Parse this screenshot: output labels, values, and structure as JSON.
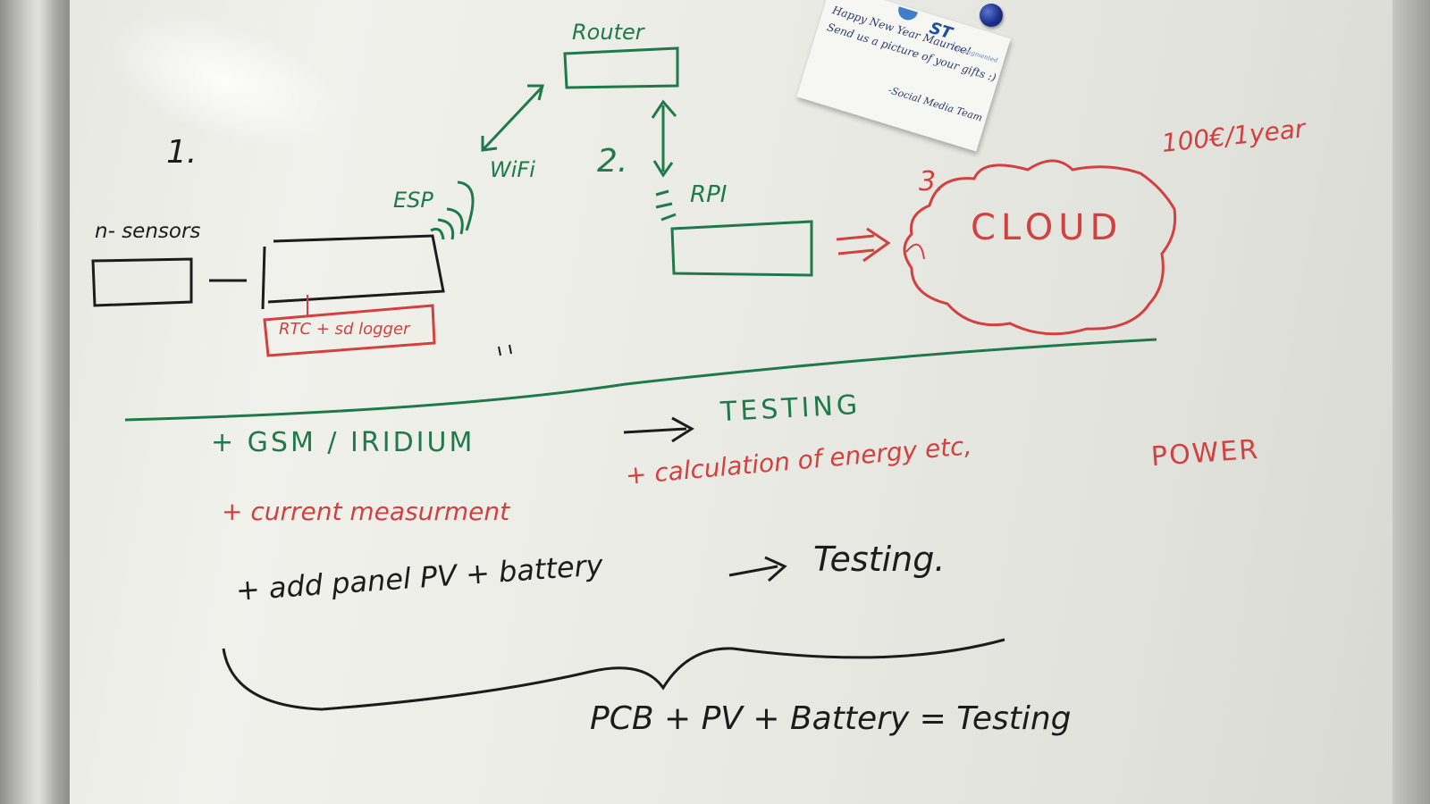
{
  "diagram": {
    "top": {
      "router_label": "Router",
      "step_one": "1.",
      "wifi_label": "WiFi",
      "step_two": "2.",
      "esp_label": "ESP",
      "rpi_label": "RPI",
      "sensors_label": "n- sensors",
      "rtc_label": "RTC + sd logger",
      "step_three": "3.",
      "cloud_label": "CLOUD",
      "cost_label": "100€/1year"
    },
    "bottom": {
      "gsm_line": "+ GSM / IRIDIUM",
      "testing_upper": "TESTING",
      "current_line": "+ current measurment",
      "calc_line": "+ calculation of energy etc,",
      "power_label": "POWER",
      "panel_line": "+ add panel PV + battery",
      "testing_mid": "Testing.",
      "summary_line": "PCB + PV + Battery = Testing"
    }
  },
  "sticky_note": {
    "logo": "ST",
    "brand": "life.augmented",
    "line1": "Happy New Year Maurice!",
    "line2": "Send us a picture of your gifts :)",
    "signature": "-Social Media Team"
  },
  "colors": {
    "green_marker": "#1f7a4a",
    "red_marker": "#d2413f",
    "black_marker": "#1c1c1c"
  }
}
